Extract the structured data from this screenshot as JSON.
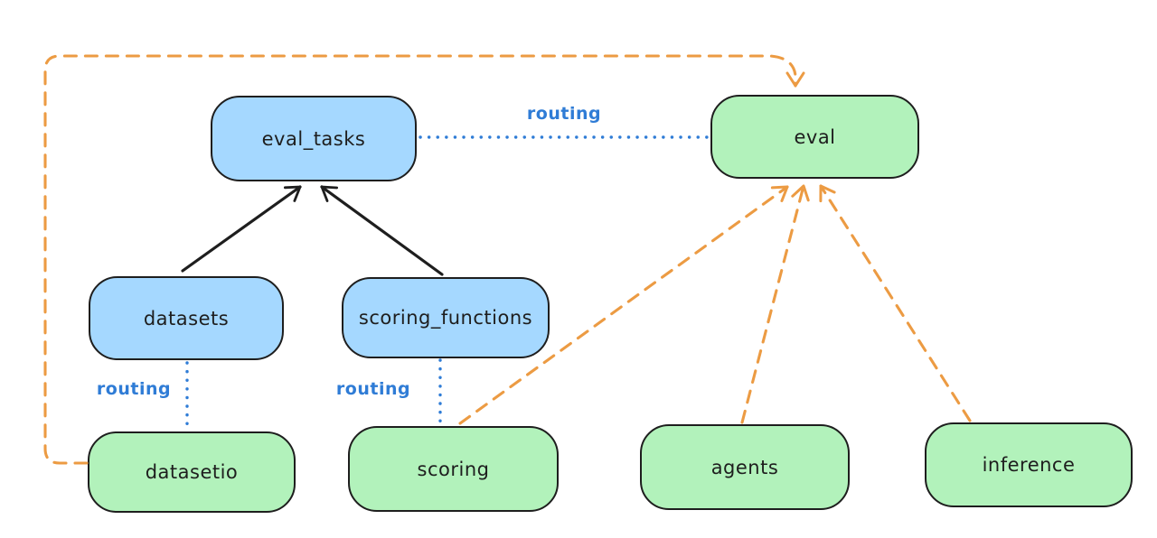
{
  "diagram": {
    "background": "#ffffff",
    "colors": {
      "api_box_fill": "#a5d8ff",
      "provider_box_fill": "#b2f2bb",
      "box_stroke": "#1e1e1e",
      "routing_label_blue": "#2f7cd6",
      "dashed_arrow_orange": "#ec9b43",
      "solid_arrow_black": "#1e1e1e"
    },
    "nodes": [
      {
        "id": "eval_tasks",
        "label": "eval_tasks",
        "kind": "api"
      },
      {
        "id": "eval",
        "label": "eval",
        "kind": "provider"
      },
      {
        "id": "datasets",
        "label": "datasets",
        "kind": "api"
      },
      {
        "id": "scoring_functions",
        "label": "scoring_functions",
        "kind": "api"
      },
      {
        "id": "datasetio",
        "label": "datasetio",
        "kind": "provider"
      },
      {
        "id": "scoring",
        "label": "scoring",
        "kind": "provider"
      },
      {
        "id": "agents",
        "label": "agents",
        "kind": "provider"
      },
      {
        "id": "inference",
        "label": "inference",
        "kind": "provider"
      }
    ],
    "edges": [
      {
        "from": "datasets",
        "to": "eval_tasks",
        "style": "solid_black_arrow"
      },
      {
        "from": "scoring_functions",
        "to": "eval_tasks",
        "style": "solid_black_arrow"
      },
      {
        "from": "eval_tasks",
        "to": "eval",
        "style": "dotted_blue",
        "label": "routing"
      },
      {
        "from": "datasets",
        "to": "datasetio",
        "style": "dotted_blue",
        "label": "routing"
      },
      {
        "from": "scoring_functions",
        "to": "scoring",
        "style": "dotted_blue",
        "label": "routing"
      },
      {
        "from": "datasetio",
        "to": "eval",
        "style": "dashed_orange_arrow"
      },
      {
        "from": "scoring",
        "to": "eval",
        "style": "dashed_orange_arrow"
      },
      {
        "from": "agents",
        "to": "eval",
        "style": "dashed_orange_arrow"
      },
      {
        "from": "inference",
        "to": "eval",
        "style": "dashed_orange_arrow"
      }
    ]
  }
}
